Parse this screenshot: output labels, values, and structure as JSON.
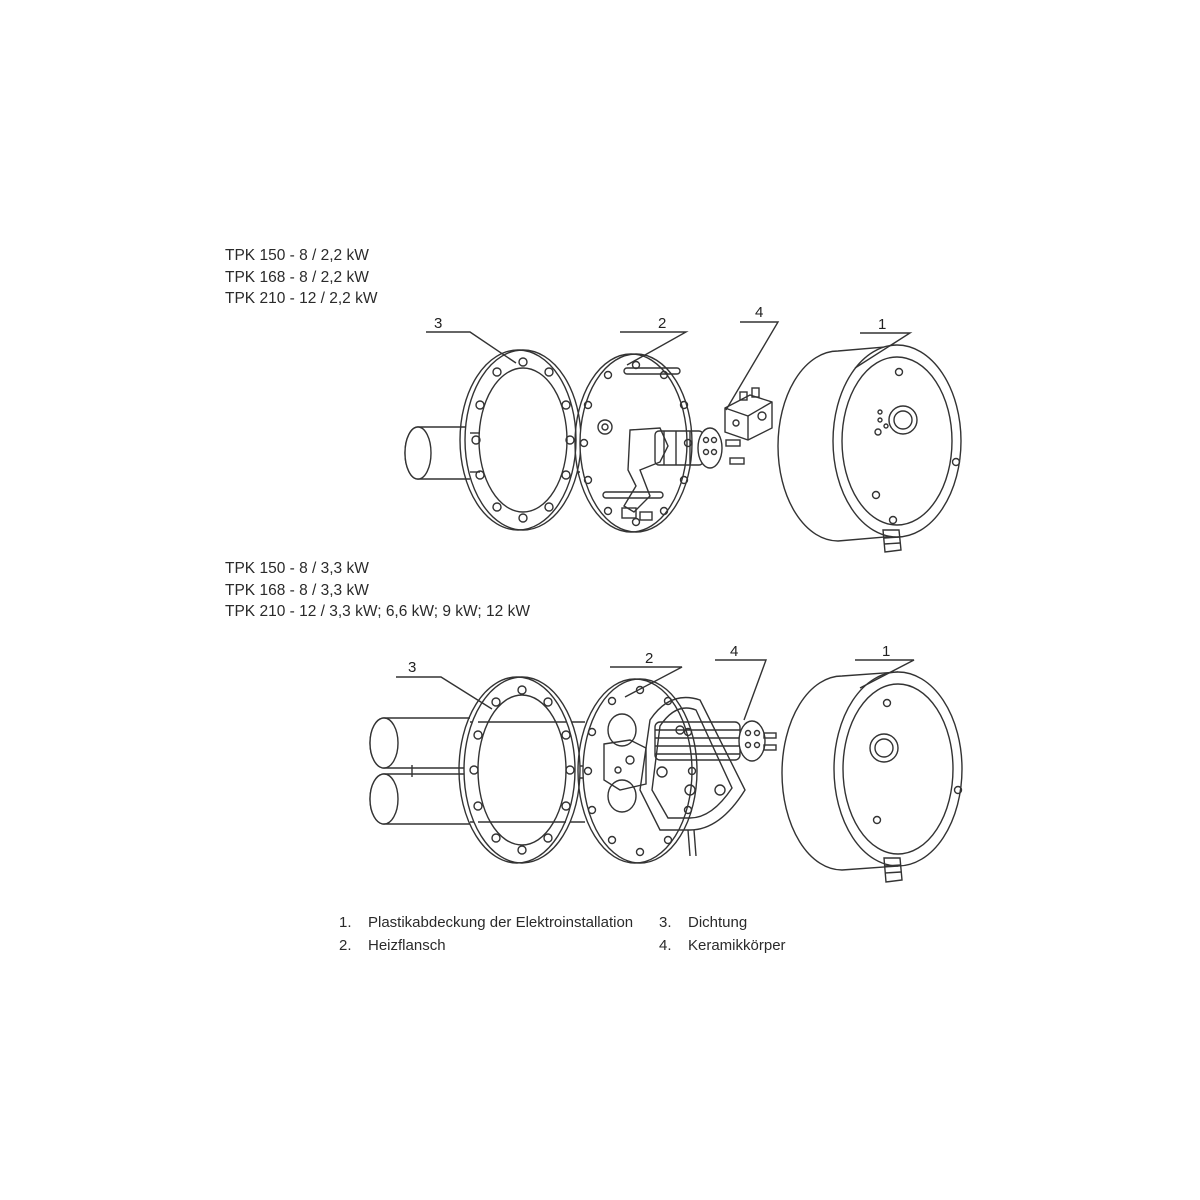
{
  "models_top": [
    "TPK 150 - 8 / 2,2 kW",
    "TPK 168 - 8 / 2,2 kW",
    "TPK 210 - 12 / 2,2 kW"
  ],
  "models_bottom": [
    "TPK 150 - 8 / 3,3 kW",
    "TPK 168 - 8 / 3,3 kW",
    "TPK 210 - 12 / 3,3 kW; 6,6 kW; 9 kW; 12 kW"
  ],
  "callouts": {
    "c1": "1",
    "c2": "2",
    "c3": "3",
    "c4": "4"
  },
  "legend": [
    {
      "num": "1.",
      "label": "Plastikabdeckung der Elektroinstallation"
    },
    {
      "num": "2.",
      "label": "Heizflansch"
    },
    {
      "num": "3.",
      "label": "Dichtung"
    },
    {
      "num": "4.",
      "label": "Keramikkörper"
    }
  ]
}
